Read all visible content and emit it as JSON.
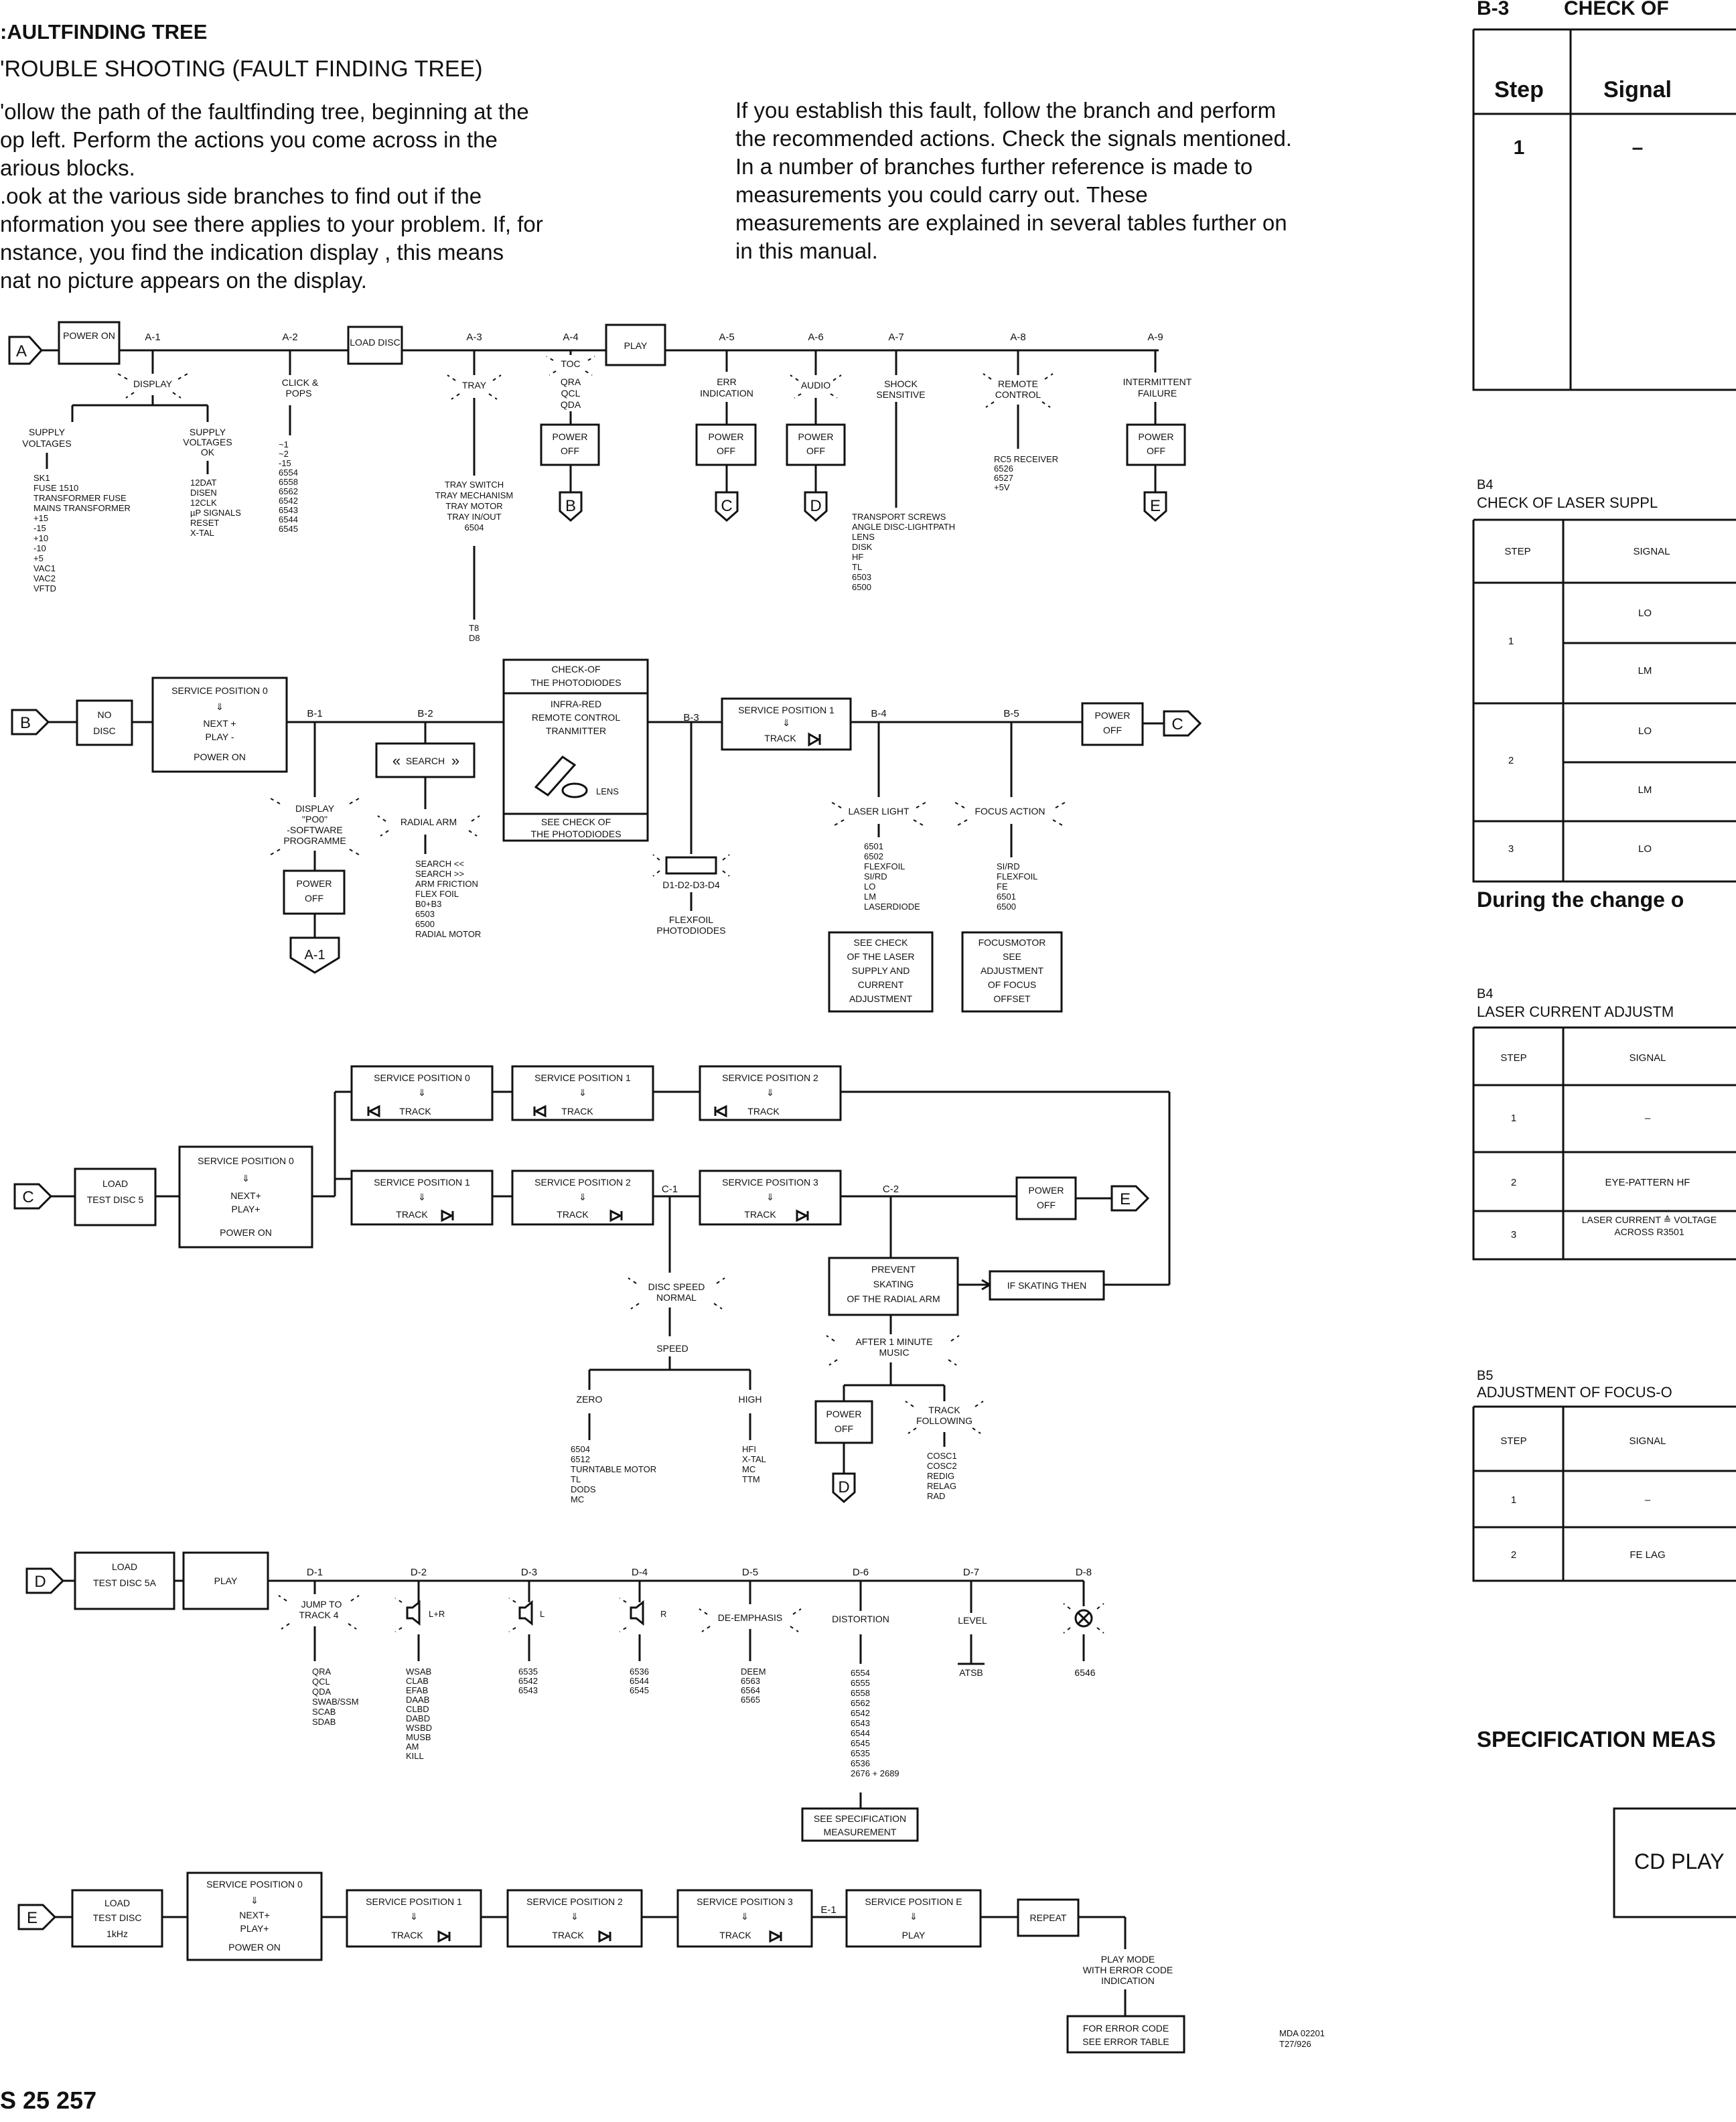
{
  "header": {
    "title": ":AULTFINDING TREE",
    "subtitle": "'ROUBLE SHOOTING (FAULT FINDING TREE)"
  },
  "intro_left": [
    "'ollow the path of the faultfinding tree, beginning at the",
    "op left. Perform the actions you come across in the",
    "arious blocks.",
    ".ook at the various side branches to find out if the",
    "nformation you see there applies to your problem. If, for",
    "nstance, you find the indication  display  , this means",
    "nat no picture appears on the display."
  ],
  "intro_right": [
    "If you establish this fault, follow the branch and perform",
    "the recommended actions. Check the signals mentioned.",
    "In a number of branches further reference is made to",
    "measurements you could carry out. These",
    "measurements are explained in several tables further on",
    "in this manual."
  ],
  "tree": {
    "connectors": [
      "A",
      "B",
      "C",
      "D",
      "E",
      "A-1"
    ],
    "a_row": {
      "boxes": [
        "POWER ON",
        "LOAD DISC",
        "PLAY"
      ],
      "labels": [
        "A-1",
        "A-2",
        "A-3",
        "A-4",
        "A-5",
        "A-6",
        "A-7",
        "A-8",
        "A-9"
      ],
      "a1_indication": "DISPLAY",
      "a1_left_head": [
        "SUPPLY",
        "VOLTAGES"
      ],
      "a1_left_items": [
        "SK1",
        "FUSE 1510",
        "TRANSFORMER FUSE",
        "MAINS TRANSFORMER",
        "+15",
        "-15",
        "+10",
        "-10",
        "+5",
        "VAC1",
        "VAC2",
        "VFTD"
      ],
      "a1_right_head": [
        "SUPPLY",
        "VOLTAGES",
        "OK"
      ],
      "a1_right_items": [
        "12DAT",
        "DISEN",
        "12CLK",
        "µP SIGNALS",
        "RESET",
        "X-TAL"
      ],
      "a2_head": [
        "CLICK &",
        "POPS"
      ],
      "a2_items": [
        "~1",
        "~2",
        "-15",
        "6554",
        "6558",
        "6562",
        "6542",
        "6543",
        "6544",
        "6545"
      ],
      "a3_indication": "TRAY",
      "a3_items": [
        "TRAY SWITCH",
        "TRAY MECHANISM",
        "TRAY MOTOR",
        "TRAY IN/OUT",
        "6504"
      ],
      "a3_tail": [
        "T8",
        "D8"
      ],
      "a4_indication": "TOC",
      "a4_items": [
        "QRA",
        "QCL",
        "QDA"
      ],
      "a5_head": [
        "ERR",
        "INDICATION"
      ],
      "a6_indication": "AUDIO",
      "a7_head": [
        "SHOCK",
        "SENSITIVE"
      ],
      "a7_items": [
        "TRANSPORT SCREWS",
        "ANGLE DISC-LIGHTPATH",
        "LENS",
        "DISK",
        "HF",
        "TL",
        "6503",
        "6500"
      ],
      "a8_indication": [
        "REMOTE",
        "CONTROL"
      ],
      "a8_items": [
        "RC5 RECEIVER",
        "6526",
        "6527",
        "+5V"
      ],
      "a9_head": [
        "INTERMITTENT",
        "FAILURE"
      ],
      "power_off": [
        "POWER",
        "OFF"
      ]
    },
    "b_row": {
      "no_disc": [
        "NO",
        "DISC"
      ],
      "service0": [
        "SERVICE POSITION 0",
        "NEXT +",
        "PLAY -",
        "POWER ON"
      ],
      "labels": [
        "B-1",
        "B-2",
        "B-3",
        "B-4",
        "B-5"
      ],
      "photodiodes_box": [
        "CHECK-OF",
        "THE PHOTODIODES",
        "INFRA-RED",
        "REMOTE CONTROL",
        "TRANMITTER",
        "LENS",
        "SEE CHECK OF",
        "THE PHOTODIODES"
      ],
      "service1": [
        "SERVICE POSITION 1",
        "TRACK"
      ],
      "search": "SEARCH",
      "b1_indication": [
        "DISPLAY",
        "\"PO0\"",
        "-SOFTWARE",
        "PROGRAMME"
      ],
      "b2_indication": "RADIAL ARM",
      "b2_items": [
        "SEARCH <<",
        "SEARCH >>",
        "ARM FRICTION",
        "FLEX FOIL",
        "B0+B3",
        "6503",
        "6500",
        "RADIAL MOTOR"
      ],
      "b3_items": [
        "D1-D2-D3-D4",
        "FLEXFOIL",
        "PHOTODIODES"
      ],
      "b4_indication": "LASER LIGHT",
      "b4_items": [
        "6501",
        "6502",
        "FLEXFOIL",
        "SI/RD",
        "LO",
        "LM",
        "LASERDIODE"
      ],
      "b4_box": [
        "SEE CHECK",
        "OF THE LASER",
        "SUPPLY AND",
        "CURRENT",
        "ADJUSTMENT"
      ],
      "b5_indication": "FOCUS ACTION",
      "b5_items": [
        "SI/RD",
        "FLEXFOIL",
        "FE",
        "6501",
        "6500"
      ],
      "b5_box": [
        "FOCUSMOTOR",
        "SEE",
        "ADJUSTMENT",
        "OF FOCUS",
        "OFFSET"
      ]
    },
    "c_row": {
      "load": [
        "LOAD",
        "TEST DISC 5"
      ],
      "service0": [
        "SERVICE POSITION 0",
        "NEXT+",
        "PLAY+",
        "POWER ON"
      ],
      "top_boxes": [
        [
          "SERVICE POSITION 0",
          "TRACK"
        ],
        [
          "SERVICE POSITION 1",
          "TRACK"
        ],
        [
          "SERVICE POSITION 2",
          "TRACK"
        ]
      ],
      "bottom_boxes": [
        [
          "SERVICE POSITION 1",
          "TRACK"
        ],
        [
          "SERVICE POSITION 2",
          "TRACK"
        ],
        [
          "SERVICE POSITION 3",
          "TRACK"
        ]
      ],
      "labels": [
        "C-1",
        "C-2"
      ],
      "prevent": [
        "PREVENT",
        "SKATING",
        "OF THE RADIAL ARM"
      ],
      "if_skating": "IF SKATING THEN",
      "disc_speed": [
        "DISC SPEED",
        "NORMAL"
      ],
      "speed": "SPEED",
      "zero": "ZERO",
      "zero_items": [
        "6504",
        "6512",
        "TURNTABLE MOTOR",
        "TL",
        "DODS",
        "MC"
      ],
      "high": "HIGH",
      "high_items": [
        "HFI",
        "X-TAL",
        "MC",
        "TTM"
      ],
      "after_minute": [
        "AFTER 1 MINUTE",
        "MUSIC"
      ],
      "track_following": [
        "TRACK",
        "FOLLOWING"
      ],
      "tf_items": [
        "COSC1",
        "COSC2",
        "REDIG",
        "RELAG",
        "RAD"
      ]
    },
    "d_row": {
      "load": [
        "LOAD",
        "TEST DISC 5A"
      ],
      "play": "PLAY",
      "labels": [
        "D-1",
        "D-2",
        "D-3",
        "D-4",
        "D-5",
        "D-6",
        "D-7",
        "D-8"
      ],
      "d1_indication": [
        "JUMP TO",
        "TRACK 4"
      ],
      "d1_items": [
        "QRA",
        "QCL",
        "QDA",
        "SWAB/SSM",
        "SCAB",
        "SDAB"
      ],
      "d2_tag": "L+R",
      "d2_items": [
        "WSAB",
        "CLAB",
        "EFAB",
        "DAAB",
        "CLBD",
        "DABD",
        "WSBD",
        "MUSB",
        "AM",
        "KILL"
      ],
      "d3_tag": "L",
      "d3_items": [
        "6535",
        "6542",
        "6543"
      ],
      "d4_tag": "R",
      "d4_items": [
        "6536",
        "6544",
        "6545"
      ],
      "d5_indication": "DE-EMPHASIS",
      "d5_items": [
        "DEEM",
        "6563",
        "6564",
        "6565"
      ],
      "d6_head": "DISTORTION",
      "d6_items": [
        "6554",
        "6555",
        "6558",
        "6562",
        "6542",
        "6543",
        "6544",
        "6545",
        "6535",
        "6536",
        "2676 + 2689"
      ],
      "d6_box": [
        "SEE SPECIFICATION",
        "MEASUREMENT"
      ],
      "d7_head": "LEVEL",
      "d7_items": [
        "ATSB"
      ],
      "d8_items": [
        "6546"
      ]
    },
    "e_row": {
      "load": [
        "LOAD",
        "TEST DISC",
        "1kHz"
      ],
      "service0": [
        "SERVICE POSITION 0",
        "NEXT+",
        "PLAY+",
        "POWER ON"
      ],
      "sp1": [
        "SERVICE POSITION 1",
        "TRACK"
      ],
      "sp2": [
        "SERVICE POSITION 2",
        "TRACK"
      ],
      "sp3": [
        "SERVICE POSITION 3",
        "TRACK"
      ],
      "label": "E-1",
      "spe": [
        "SERVICE POSITION E",
        "PLAY"
      ],
      "repeat": "REPEAT",
      "play_mode": [
        "PLAY MODE",
        "WITH ERROR CODE",
        "INDICATION"
      ],
      "error_box": [
        "FOR ERROR CODE",
        "SEE ERROR TABLE"
      ]
    },
    "ref": [
      "MDA 02201",
      "T27/926"
    ]
  },
  "right": {
    "b3": {
      "id": "B-3",
      "title": "CHECK OF",
      "col1": "Step",
      "col2": "Signal",
      "rows": [
        [
          "1",
          "–"
        ]
      ]
    },
    "b4a": {
      "id": "B4",
      "title": "CHECK  OF  LASER  SUPPL",
      "col1": "STEP",
      "col2": "SIGNAL",
      "rows": [
        [
          "1",
          "LO"
        ],
        [
          "",
          "LM"
        ],
        [
          "2",
          "LO"
        ],
        [
          "",
          "LM"
        ],
        [
          "3",
          "LO"
        ]
      ]
    },
    "during": "During the change o",
    "b4b": {
      "id": "B4",
      "title": "LASER  CURRENT  ADJUSTM",
      "col1": "STEP",
      "col2": "SIGNAL",
      "rows": [
        [
          "1",
          "–"
        ],
        [
          "2",
          "EYE-PATTERN HF"
        ],
        [
          "3",
          "LASER CURRENT ≙ VOLTAGE ACROSS R3501"
        ]
      ]
    },
    "b5": {
      "id": "B5",
      "title": "ADJUSTMENT  OF  FOCUS-O",
      "col1": "STEP",
      "col2": "SIGNAL",
      "rows": [
        [
          "1",
          "–"
        ],
        [
          "2",
          "FE LAG"
        ]
      ]
    },
    "spec": "SPECIFICATION MEAS",
    "cd": "CD PLAY"
  },
  "footer": "S 25 257"
}
